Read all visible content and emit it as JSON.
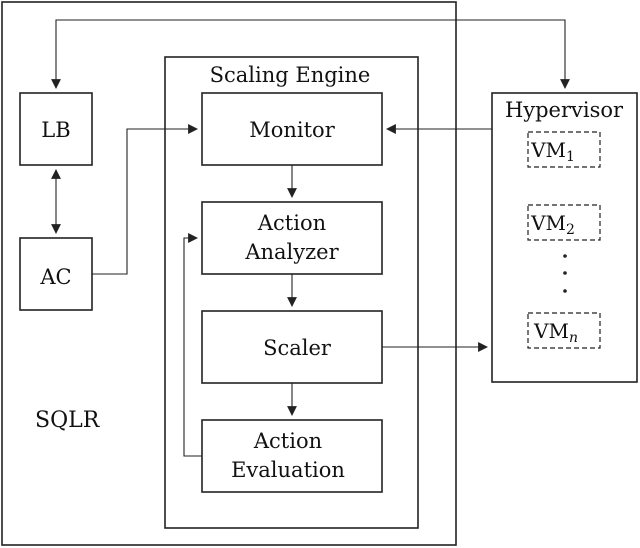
{
  "outer_label": "SQLR",
  "engine": {
    "title": "Scaling Engine",
    "monitor": "Monitor",
    "analyzer_line1": "Action",
    "analyzer_line2": "Analyzer",
    "scaler": "Scaler",
    "evaluation_line1": "Action",
    "evaluation_line2": "Evaluation"
  },
  "lb": "LB",
  "ac": "AC",
  "hypervisor": {
    "title": "Hypervisor",
    "vm_base": "VM",
    "vm1_sub": "1",
    "vm2_sub": "2",
    "vmn_sub": "n"
  }
}
